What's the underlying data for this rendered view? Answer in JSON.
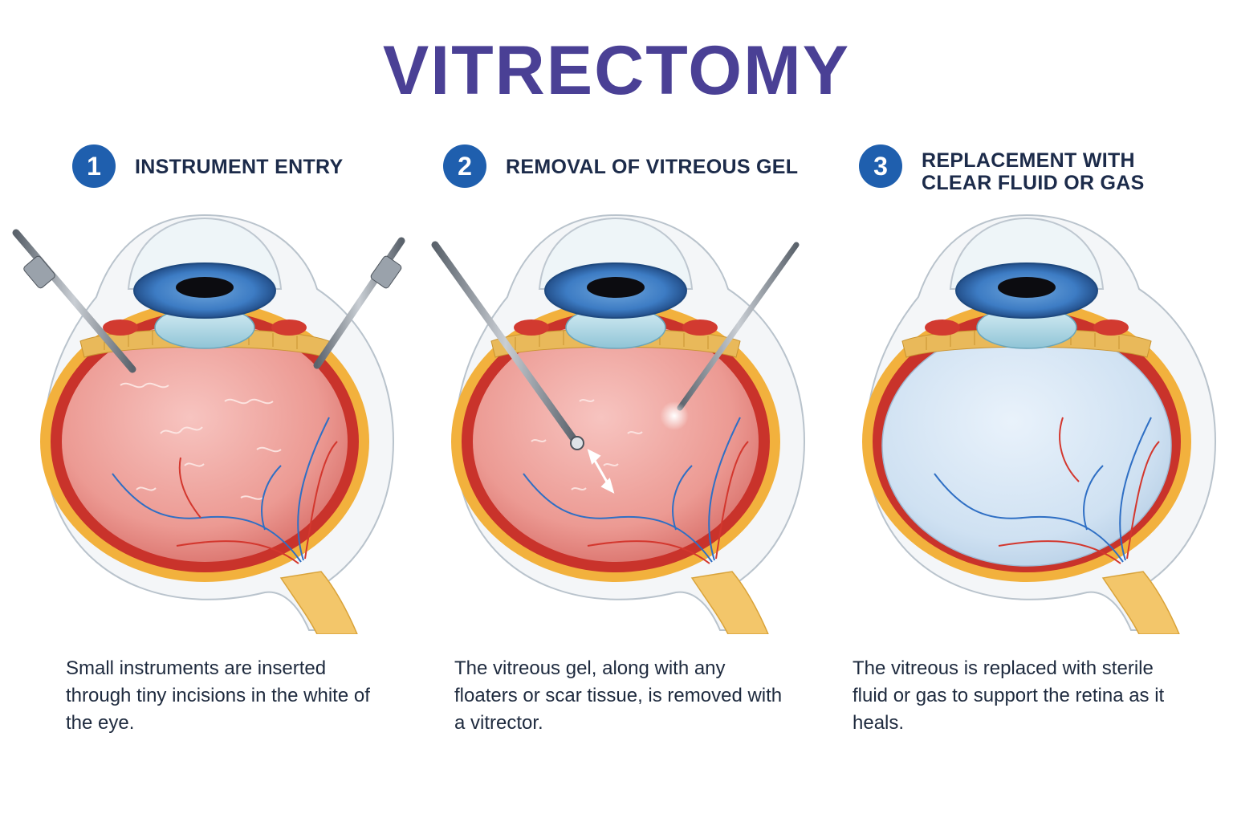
{
  "title": "VITRECTOMY",
  "colors": {
    "title": "#4a4095",
    "badge": "#1f5fae",
    "heading": "#1c2b4a",
    "retina": "#ec8d87",
    "fluid": "#cfe1f2",
    "iris": "#3d7cc4",
    "sclera_ring": "#f2b13d",
    "choroid": "#c9332b"
  },
  "steps": [
    {
      "number": "1",
      "title": "INSTRUMENT ENTRY",
      "caption": "Small instruments are inserted through tiny incisions in the white of the eye."
    },
    {
      "number": "2",
      "title": "REMOVAL OF VITREOUS GEL",
      "caption": "The vitreous gel, along with any floaters or scar tissue, is removed with a vitrector."
    },
    {
      "number": "3",
      "title": "REPLACEMENT WITH CLEAR FLUID OR GAS",
      "caption": "The vitreous is replaced with sterile fluid or gas to support the retina as it heals."
    }
  ]
}
